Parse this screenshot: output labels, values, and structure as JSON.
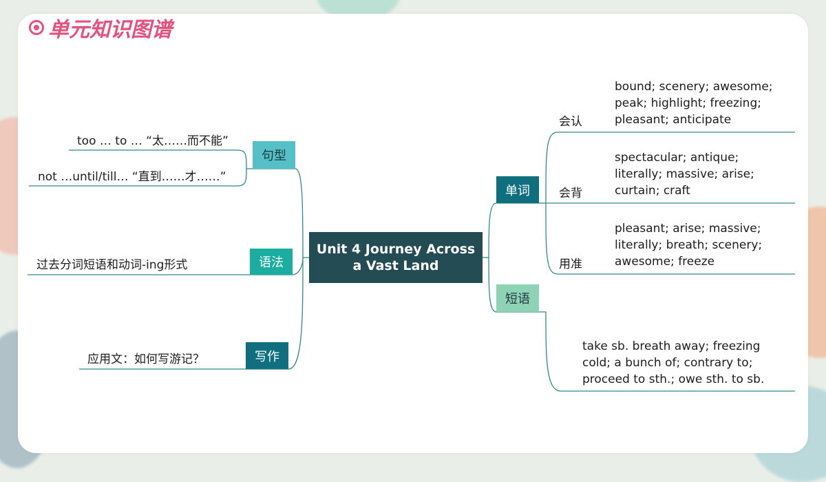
{
  "page_title": "单元知识图谱",
  "icon": "bullseye-icon",
  "colors": {
    "title": "#e8507c",
    "central": "#234c54",
    "sentence_pattern": "#56c0c8",
    "grammar": "#1aada0",
    "writing": "#0f6f7f",
    "vocabulary": "#0f6f7f",
    "phrases": "#8fd3b7",
    "line": "#2e8b88"
  },
  "center": {
    "line1": "Unit 4 Journey Across",
    "line2": "a Vast Land"
  },
  "left": {
    "sentence_pattern": {
      "label": "句型",
      "items": [
        "too … to … “太……而不能”",
        "not …until/till… “直到……才……”"
      ]
    },
    "grammar": {
      "label": "语法",
      "items": [
        "过去分词短语和动词-ing形式"
      ]
    },
    "writing": {
      "label": "写作",
      "items": [
        "应用文：如何写游记？"
      ]
    }
  },
  "right": {
    "vocabulary": {
      "label": "单词",
      "levels": [
        {
          "name": "会认",
          "lines": [
            "bound; scenery; awesome;",
            "peak; highlight; freezing;",
            "pleasant; anticipate"
          ]
        },
        {
          "name": "会背",
          "lines": [
            "spectacular; antique;",
            "literally; massive; arise;",
            "curtain; craft"
          ]
        },
        {
          "name": "用准",
          "lines": [
            "pleasant; arise; massive;",
            "literally; breath; scenery;",
            "awesome; freeze"
          ]
        }
      ]
    },
    "phrases": {
      "label": "短语",
      "lines": [
        "take sb. breath away; freezing",
        "cold; a bunch of; contrary to;",
        "proceed to sth.; owe sth. to sb."
      ]
    }
  }
}
